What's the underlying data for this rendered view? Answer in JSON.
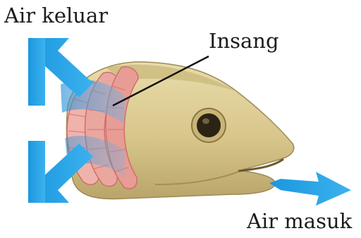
{
  "labels": {
    "water_out": "Air keluar",
    "gills": "Insang",
    "water_in": "Air masuk"
  },
  "colors": {
    "arrow": "#1f9be0",
    "head_skin": "#d9c98f",
    "head_shadow": "#a8955a",
    "gill_pink": "#e9a6a0",
    "gill_stripe": "#d5706a",
    "eye": "#2b2415"
  },
  "icons": {
    "out_arrows": "arrow-out-icon",
    "in_arrow": "arrow-in-icon"
  }
}
